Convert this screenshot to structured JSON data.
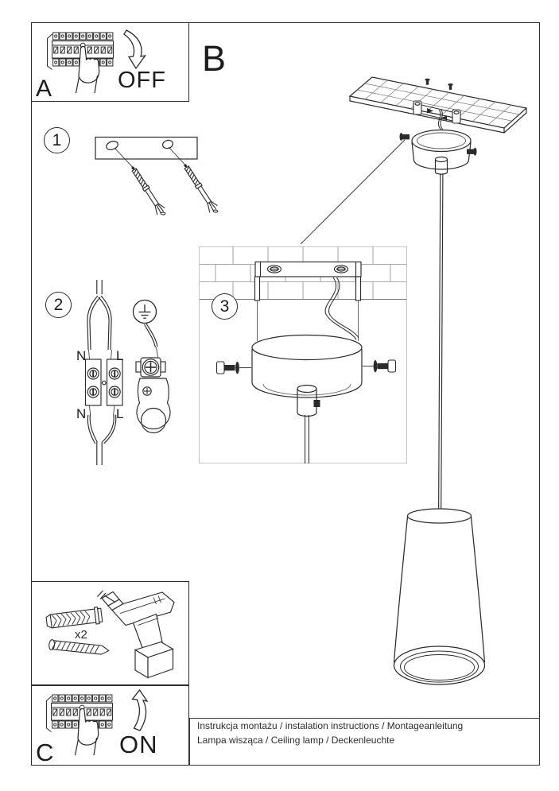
{
  "panels": {
    "a_label": "A",
    "b_label": "B",
    "c_label": "C",
    "off_label": "OFF",
    "on_label": "ON"
  },
  "steps": {
    "one": "1",
    "two": "2",
    "three": "3"
  },
  "wiring": {
    "neutral_top": "N",
    "line_top": "L",
    "neutral_bottom": "N",
    "line_bottom": "L"
  },
  "hardware": {
    "anchor_quantity": "x2"
  },
  "footer": {
    "line1": "Instrukcja montażu / instalation instructions / Montageanleitung",
    "line2": "Lampa wisząca / Ceiling lamp  / Deckenleuchte"
  },
  "colors": {
    "line": "#2b2b2b",
    "frame_border": "#2b2b2b",
    "detail_box_border": "#c4c4c4",
    "tile_line": "#8f8f8f"
  }
}
